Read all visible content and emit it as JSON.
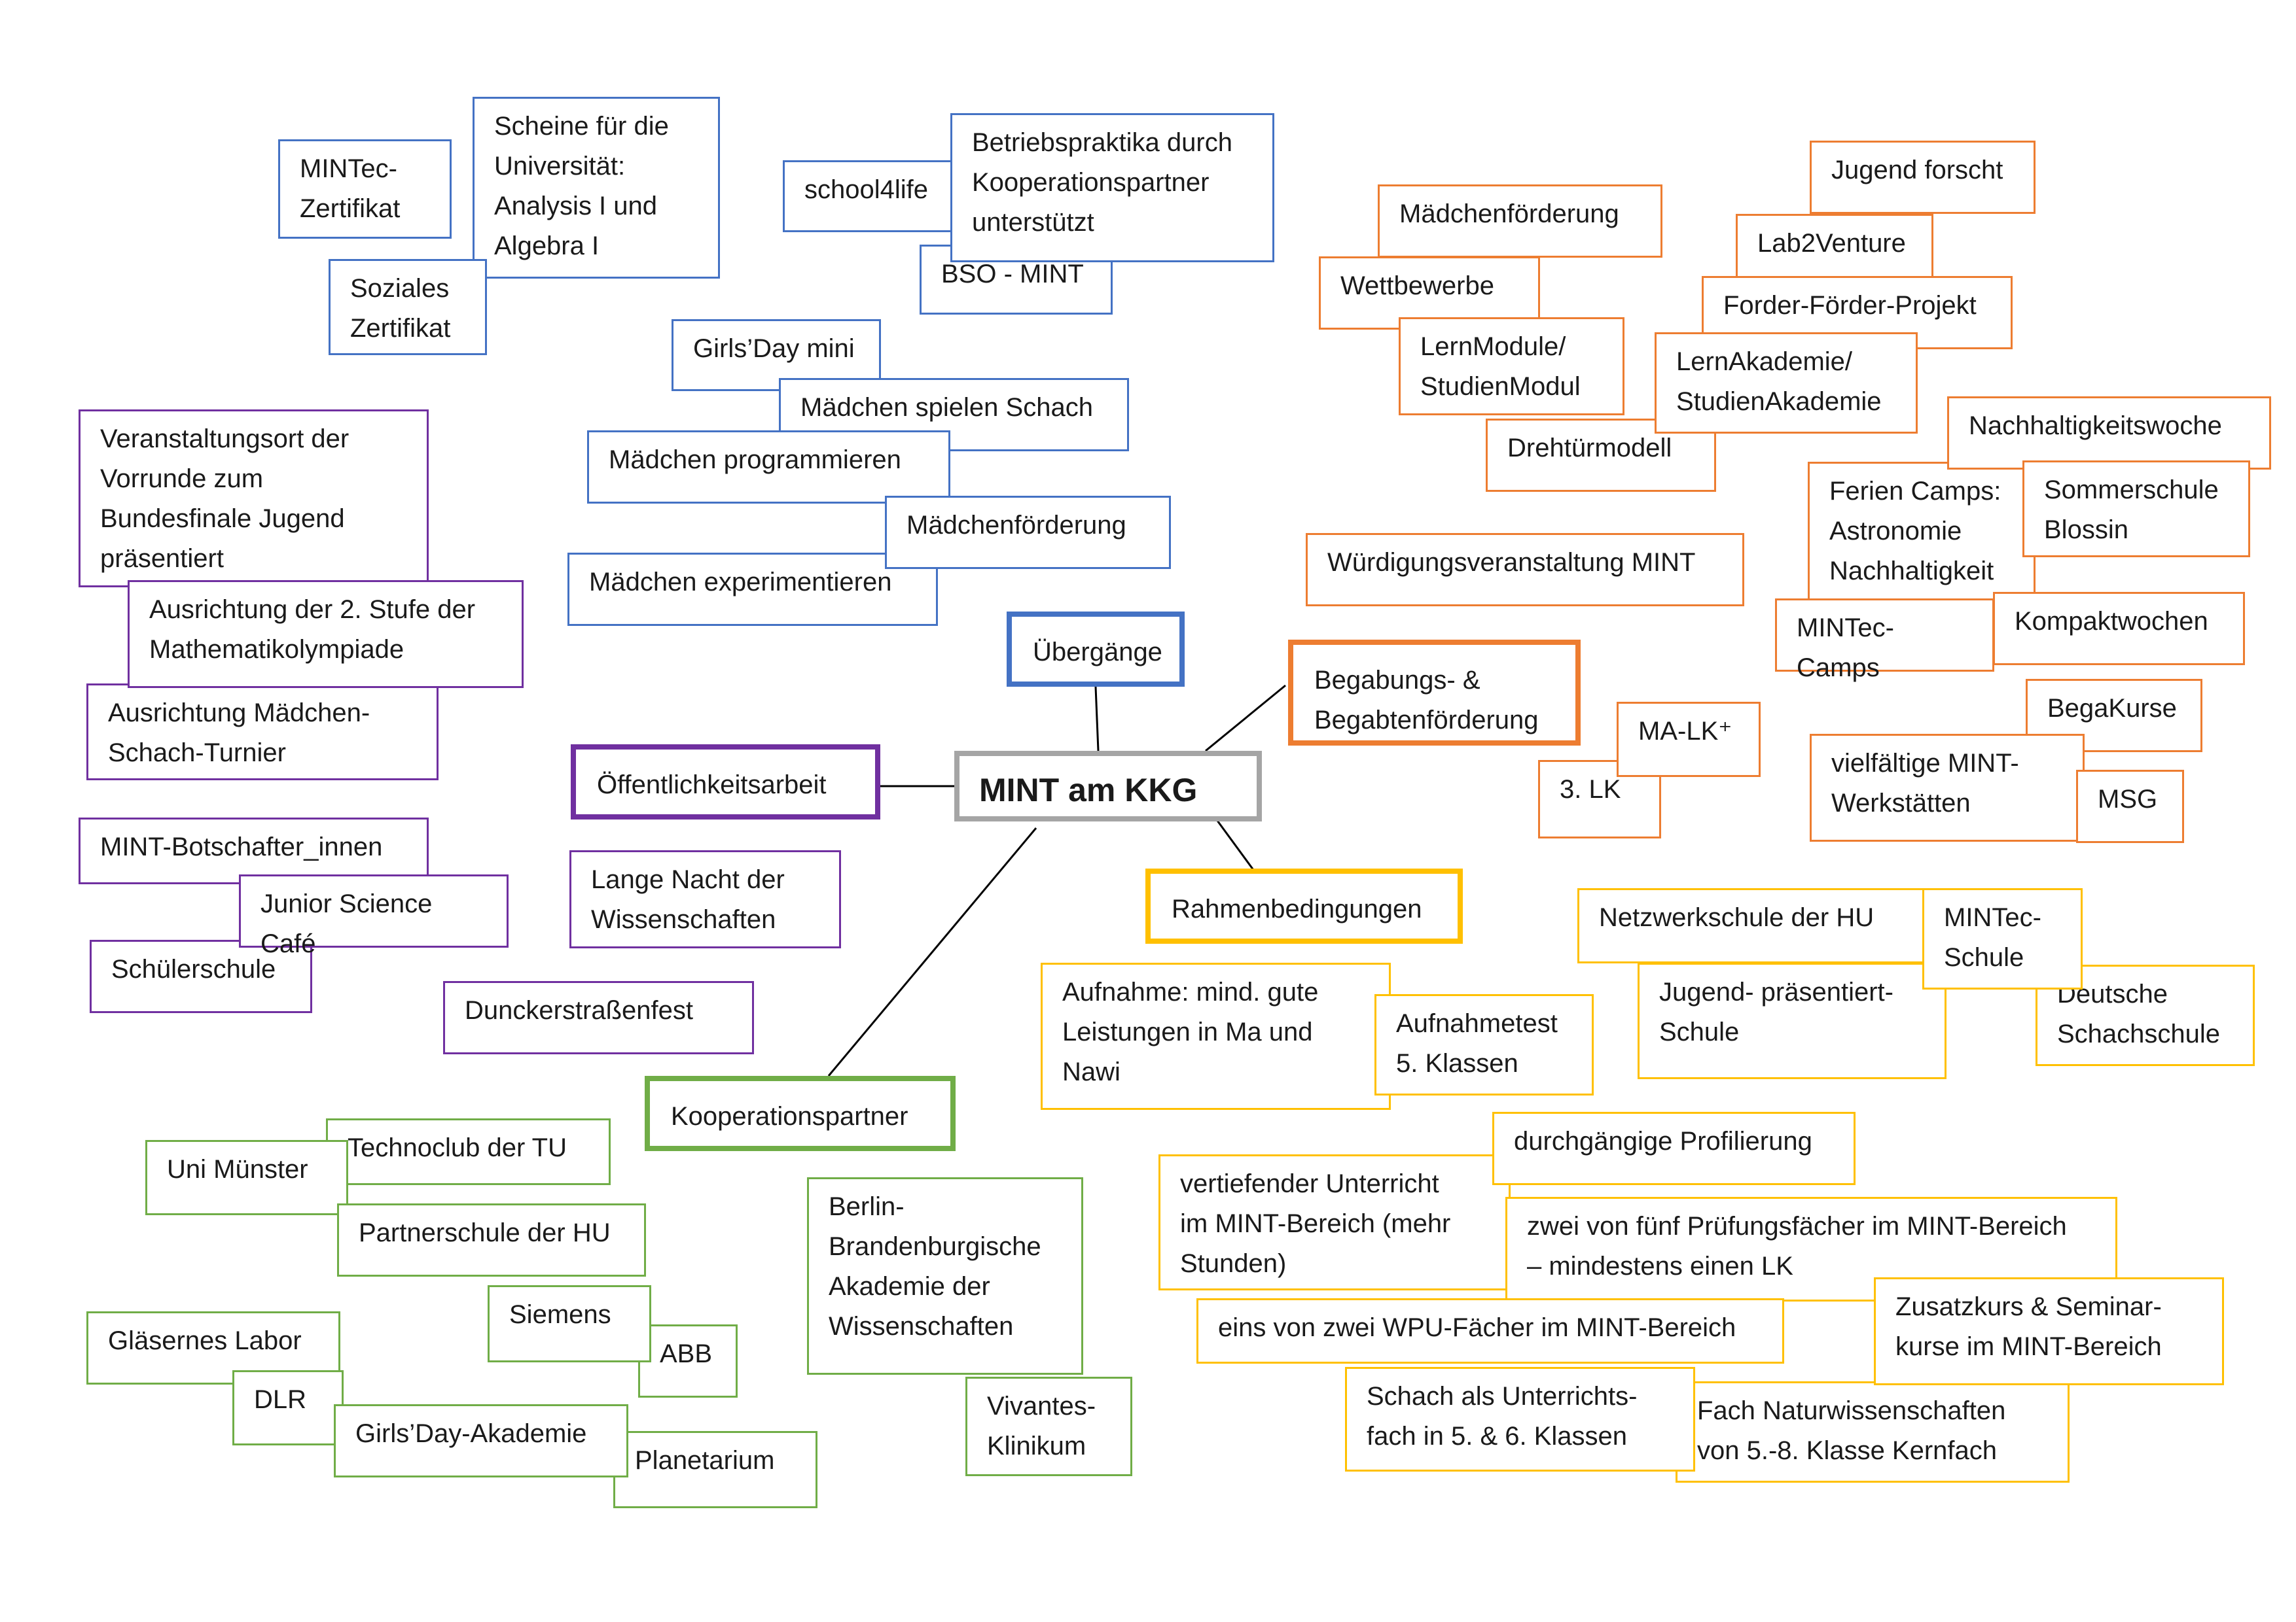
{
  "center": "MINT am KKG",
  "categories": {
    "uebergaenge": "Übergänge",
    "begabung": "Begabungs- &\nBegabtenförderung",
    "oeffentlichkeit": "Öffentlichkeitsarbeit",
    "rahmen": "Rahmenbedingungen",
    "kooperation": "Kooperationspartner"
  },
  "uebergaenge": {
    "mintec_zertifikat": "MINTec-\nZertifikat",
    "scheine": "Scheine für die\nUniversität:\nAnalysis I und\nAlgebra I",
    "soziales_zertifikat": "Soziales\nZertifikat",
    "school4life": "school4life",
    "betriebspraktika": "Betriebspraktika durch\nKooperationspartner\nunterstützt",
    "bso_mint": "BSO - MINT",
    "girlsday_mini": "Girls’Day mini",
    "maedchen_schach": "Mädchen spielen Schach",
    "maedchen_programmieren": "Mädchen programmieren",
    "maedchenfoerderung": "Mädchenförderung",
    "maedchen_experimentieren": "Mädchen experimentieren"
  },
  "begabung": {
    "jugend_forscht": "Jugend forscht",
    "maedchenfoerderung": "Mädchenförderung",
    "lab2venture": "Lab2Venture",
    "wettbewerbe": "Wettbewerbe",
    "forder_foerder": "Forder-Förder-Projekt",
    "lernmodule": "LernModule/\nStudienModul",
    "lernakademie": "LernAkademie/\nStudienAkademie",
    "drehtuermodell": "Drehtürmodell",
    "nachhaltigkeitswoche": "Nachhaltigkeitswoche",
    "ferien_camps": "Ferien Camps:\nAstronomie\nNachhaltigkeit",
    "sommerschule": "Sommerschule\nBlossin",
    "wuerdigung": "Würdigungsveranstaltung MINT",
    "mintec_camps": "MINTec-Camps",
    "kompaktwochen": "Kompaktwochen",
    "begakurse": "BegaKurse",
    "ma_lk": "MA-LK⁺",
    "lk3": "3. LK",
    "werkstaetten": "vielfältige MINT-\nWerkstätten",
    "msg": "MSG"
  },
  "oeffentlichkeit": {
    "veranstaltungsort": "Veranstaltungsort der\nVorrunde zum\nBundesfinale Jugend\npräsentiert",
    "mathematikolympiade": "Ausrichtung der 2. Stufe der\nMathematikolympiade",
    "schach_turnier": "Ausrichtung Mädchen-\nSchach-Turnier",
    "botschafter": "MINT-Botschafter_innen",
    "junior_science": "Junior Science Café",
    "schuelerschule": "Schülerschule",
    "lange_nacht": "Lange Nacht der\nWissenschaften",
    "dunckerstrassenfest": "Dunckerstraßenfest"
  },
  "rahmen": {
    "netzwerkschule": "Netzwerkschule der HU",
    "mintec_schule": "MINTec-\nSchule",
    "jugend_praesentiert": "Jugend- präsentiert-\nSchule",
    "deutsche_schachschule": "Deutsche\nSchachschule",
    "aufnahme": "Aufnahme: mind. gute\nLeistungen in Ma und\nNawi",
    "aufnahmetest": "Aufnahmetest\n5. Klassen",
    "profilierung": "durchgängige Profilierung",
    "vertiefender": "vertiefender Unterricht\nim MINT-Bereich (mehr\nStunden)",
    "pruefungsfaecher": "zwei von fünf Prüfungsfächer im MINT-Bereich\n– mindestens einen LK",
    "wpu": "eins von zwei WPU-Fächer im MINT-Bereich",
    "zusatzkurs": "Zusatzkurs & Seminar-\nkurse im MINT-Bereich",
    "schach_fach": "Schach als Unterrichts-\nfach in 5. & 6. Klassen",
    "naturwissenschaften": "Fach Naturwissenschaften\nvon 5.-8. Klasse Kernfach"
  },
  "kooperation": {
    "uni_muenster": "Uni Münster",
    "technoclub": "Technoclub der TU",
    "partnerschule": "Partnerschule der HU",
    "siemens": "Siemens",
    "abb": "ABB",
    "glaesernes_labor": "Gläsernes Labor",
    "dlr": "DLR",
    "girlsday_akademie": "Girls’Day-Akademie",
    "planetarium": "Planetarium",
    "bbaw": "Berlin-\nBrandenburgische\nAkademie der\nWissenschaften",
    "vivantes": "Vivantes-\nKlinikum"
  },
  "colors": {
    "uebergaenge": "#4472c4",
    "begabung": "#ed7d31",
    "oeffentlichkeit": "#7030a0",
    "rahmen": "#ffc000",
    "kooperation": "#70ad47",
    "center": "#a5a5a5"
  }
}
